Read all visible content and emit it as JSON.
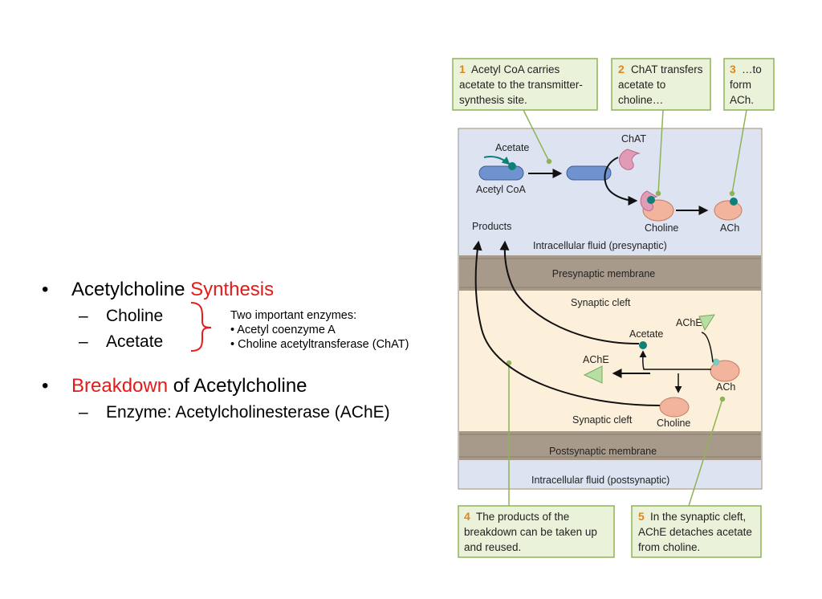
{
  "slide": {
    "synthesis": {
      "bullet": "•",
      "prefix": "Acetylcholine ",
      "highlight": "Synthesis",
      "items": [
        "Choline",
        "Acetate"
      ]
    },
    "dash": "–",
    "enzymes": {
      "title": "Two important enzymes:",
      "items": [
        "• Acetyl coenzyme A",
        "• Choline acetyltransferase (ChAT)"
      ]
    },
    "breakdown": {
      "bullet": "•",
      "highlight": "Breakdown",
      "suffix": " of Acetylcholine",
      "items": [
        "Enzyme: Acetylcholinesterase (AChE)"
      ]
    }
  },
  "diagram": {
    "callouts": [
      {
        "num": "1",
        "lines": [
          "Acetyl CoA carries",
          "acetate to the transmitter-",
          "synthesis site."
        ]
      },
      {
        "num": "2",
        "lines": [
          "ChAT transfers",
          "acetate to",
          "choline…"
        ]
      },
      {
        "num": "3",
        "lines": [
          "…to",
          "form",
          "ACh."
        ]
      },
      {
        "num": "4",
        "lines": [
          "The products of the",
          "breakdown can be taken up",
          "and reused."
        ]
      },
      {
        "num": "5",
        "lines": [
          "In the synaptic cleft,",
          "AChE detaches acetate",
          "from choline."
        ]
      }
    ],
    "labels": {
      "acetate_top": "Acetate",
      "acetyl_coa": "Acetyl CoA",
      "chat": "ChAT",
      "choline_top": "Choline",
      "ach_top": "ACh",
      "products": "Products",
      "intracellular_pre": "Intracellular fluid (presynaptic)",
      "presynaptic_membrane": "Presynaptic membrane",
      "synaptic_cleft_top": "Synaptic cleft",
      "ache_top": "AChE",
      "acetate_cleft": "Acetate",
      "ache_left": "AChE",
      "ach_cleft": "ACh",
      "synaptic_cleft_bottom": "Synaptic cleft",
      "choline_cleft": "Choline",
      "postsynaptic_membrane": "Postsynaptic membrane",
      "intracellular_post": "Intracellular fluid (postsynaptic)"
    },
    "colors": {
      "callout_fill": "#eaf2da",
      "callout_border": "#8fb356",
      "presynaptic_fill": "#dde3f1",
      "cleft_fill": "#fcf0da",
      "membrane": "#a89a8a",
      "acetyl_coa": "#6f93cf",
      "choline": "#f2b49c",
      "chat": "#e29bb6",
      "ache": "#b6dfa4",
      "acetate_dot": "#0f7f78"
    }
  }
}
